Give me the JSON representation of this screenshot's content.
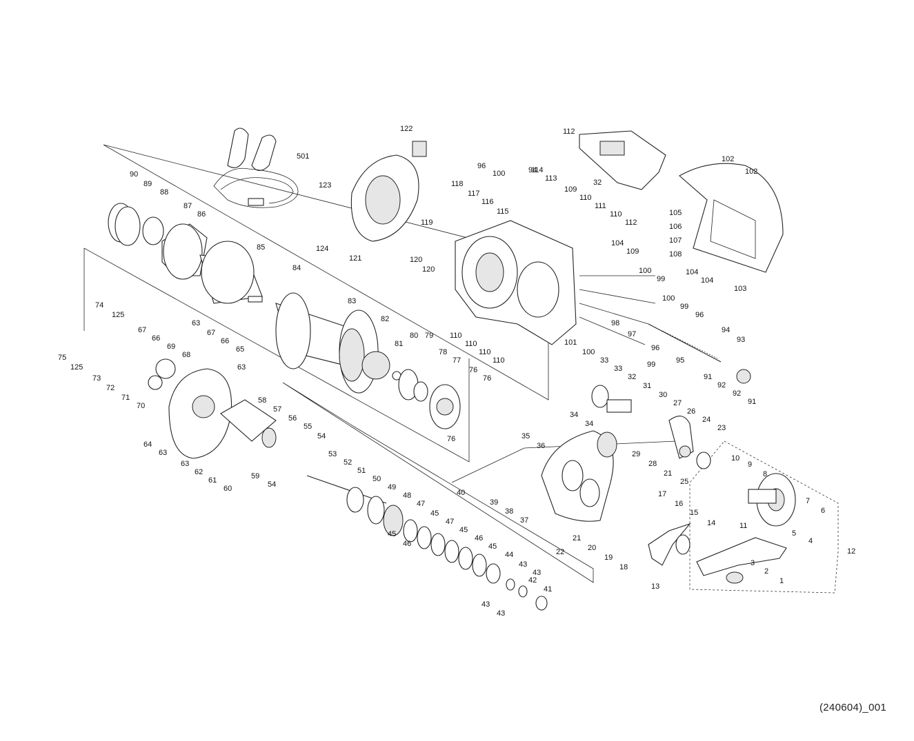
{
  "diagram": {
    "code": "(240604)_001",
    "labels": [
      "1",
      "2",
      "3",
      "4",
      "5",
      "6",
      "7",
      "8",
      "9",
      "10",
      "11",
      "12",
      "13",
      "14",
      "15",
      "16",
      "17",
      "18",
      "19",
      "20",
      "21",
      "21",
      "22",
      "23",
      "24",
      "25",
      "26",
      "27",
      "28",
      "29",
      "30",
      "31",
      "32",
      "32",
      "33",
      "33",
      "34",
      "34",
      "35",
      "36",
      "37",
      "38",
      "39",
      "40",
      "41",
      "42",
      "43",
      "43",
      "43",
      "43",
      "44",
      "45",
      "45",
      "45",
      "45",
      "46",
      "46",
      "47",
      "47",
      "48",
      "49",
      "50",
      "51",
      "52",
      "53",
      "54",
      "54",
      "55",
      "56",
      "57",
      "58",
      "59",
      "60",
      "61",
      "62",
      "63",
      "63",
      "63",
      "63",
      "64",
      "65",
      "66",
      "66",
      "67",
      "67",
      "68",
      "69",
      "70",
      "71",
      "72",
      "73",
      "74",
      "75",
      "76",
      "76",
      "76",
      "77",
      "78",
      "79",
      "80",
      "81",
      "82",
      "83",
      "84",
      "85",
      "86",
      "87",
      "88",
      "89",
      "90",
      "91",
      "91",
      "92",
      "92",
      "93",
      "94",
      "94",
      "95",
      "96",
      "96",
      "96",
      "97",
      "98",
      "99",
      "99",
      "99",
      "100",
      "100",
      "100",
      "100",
      "101",
      "102",
      "102",
      "103",
      "104",
      "104",
      "104",
      "105",
      "106",
      "107",
      "108",
      "109",
      "109",
      "110",
      "110",
      "110",
      "110",
      "110",
      "110",
      "111",
      "112",
      "112",
      "113",
      "114",
      "115",
      "116",
      "117",
      "118",
      "119",
      "120",
      "120",
      "121",
      "122",
      "123",
      "124",
      "125",
      "125",
      "501"
    ]
  }
}
